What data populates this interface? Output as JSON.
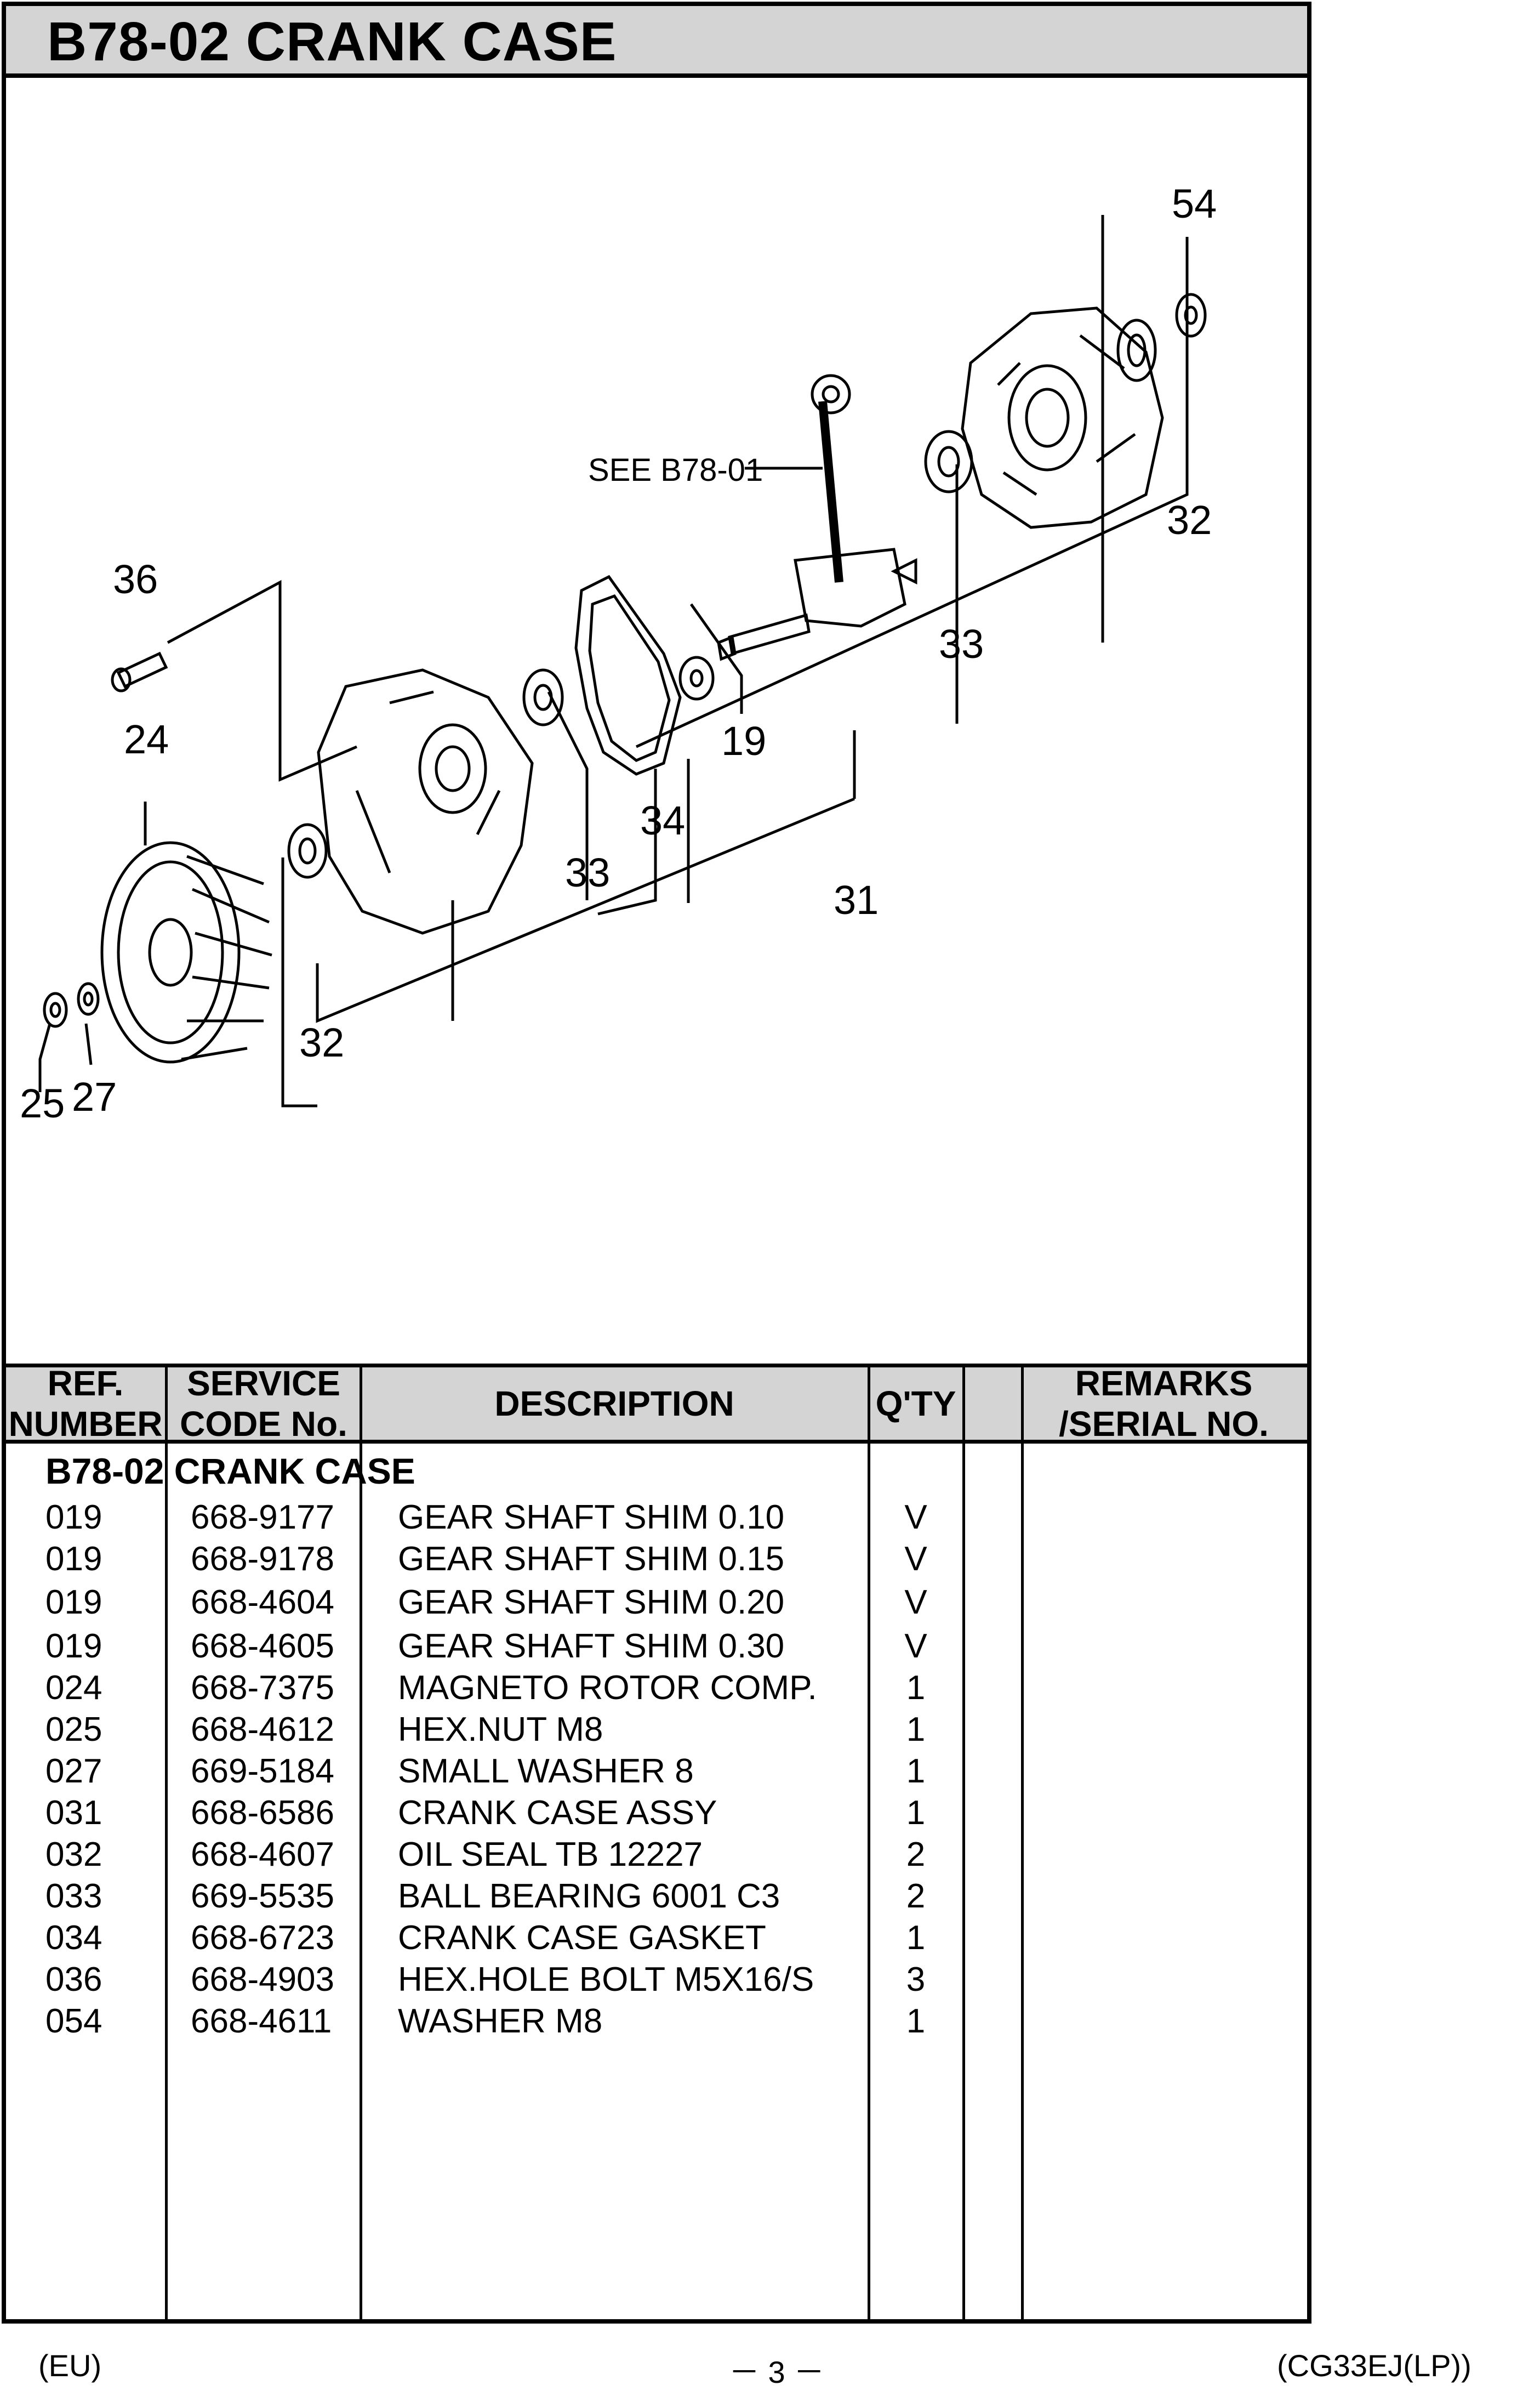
{
  "header": {
    "title": "B78-02 CRANK CASE"
  },
  "diagram": {
    "callouts": {
      "c54": "54",
      "c32a": "32",
      "c33a": "33",
      "c36": "36",
      "c24": "24",
      "c19": "19",
      "c34": "34",
      "c33b": "33",
      "c31": "31",
      "c32b": "32",
      "c25": "25",
      "c27": "27"
    },
    "see_ref": "SEE B78-01"
  },
  "table": {
    "headers": {
      "ref_line1": "REF.",
      "ref_line2": "NUMBER",
      "code_line1": "SERVICE",
      "code_line2": "CODE No.",
      "desc": "DESCRIPTION",
      "qty": "Q'TY",
      "remarks_line1": "REMARKS",
      "remarks_line2": "/SERIAL NO."
    },
    "section_title": "B78-02 CRANK CASE",
    "rows": [
      {
        "ref": "019",
        "code": "668-9177",
        "desc": "GEAR SHAFT SHIM 0.10",
        "qty": "V"
      },
      {
        "ref": "019",
        "code": "668-9178",
        "desc": "GEAR SHAFT SHIM 0.15",
        "qty": "V"
      },
      {
        "ref": "019",
        "code": "668-4604",
        "desc": "GEAR SHAFT SHIM 0.20",
        "qty": "V"
      },
      {
        "ref": "019",
        "code": "668-4605",
        "desc": "GEAR SHAFT SHIM 0.30",
        "qty": "V"
      },
      {
        "ref": "024",
        "code": "668-7375",
        "desc": "MAGNETO ROTOR COMP.",
        "qty": "1"
      },
      {
        "ref": "025",
        "code": "668-4612",
        "desc": "HEX.NUT M8",
        "qty": "1"
      },
      {
        "ref": "027",
        "code": "669-5184",
        "desc": "SMALL WASHER 8",
        "qty": "1"
      },
      {
        "ref": "031",
        "code": "668-6586",
        "desc": "CRANK CASE ASSY",
        "qty": "1"
      },
      {
        "ref": "032",
        "code": "668-4607",
        "desc": "OIL SEAL TB 12227",
        "qty": "2"
      },
      {
        "ref": "033",
        "code": "669-5535",
        "desc": "BALL BEARING 6001 C3",
        "qty": "2"
      },
      {
        "ref": "034",
        "code": "668-6723",
        "desc": "CRANK CASE GASKET",
        "qty": "1"
      },
      {
        "ref": "036",
        "code": "668-4903",
        "desc": "HEX.HOLE BOLT M5X16/S",
        "qty": "3"
      },
      {
        "ref": "054",
        "code": "668-4611",
        "desc": "WASHER M8",
        "qty": "1"
      }
    ]
  },
  "footer": {
    "left": "(EU)",
    "center": "－ 3 －",
    "right": "(CG33EJ(LP))"
  }
}
